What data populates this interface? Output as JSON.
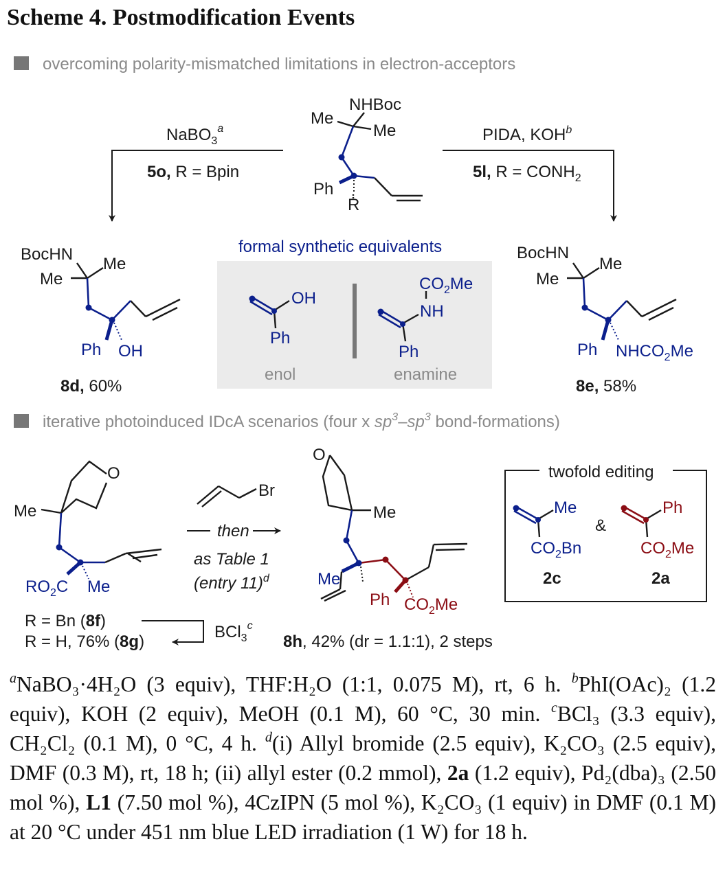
{
  "scheme_title": "Scheme 4. Postmodification Events",
  "colors": {
    "blue": "#0b1f8c",
    "red": "#8b0d14",
    "gray_box": "#ebebeb",
    "gray_square": "#777777",
    "gray_text": "#8a8a8a",
    "text": "#1a1a1a"
  },
  "section1": {
    "heading": "overcoming polarity-mismatched limitations in electron-acceptors",
    "substrate": {
      "nhboc": "NHBoc",
      "me_top": "Me",
      "me_right": "Me",
      "ph": "Ph",
      "r": "R"
    },
    "left_arrow": {
      "reagent": "NaBO",
      "sub": "3",
      "sup": "a",
      "label_bold": "5o,",
      "label_rest": " R = Bpin"
    },
    "right_arrow": {
      "reagent": "PIDA, KOH",
      "sup": "b",
      "label_bold": "5l,",
      "label_rest": " R = CONH",
      "label_sub": "2"
    },
    "product_8d": {
      "bochn": "BocHN",
      "me1": "Me",
      "me2": "Me",
      "ph": "Ph",
      "oh": "OH",
      "label_bold": "8d,",
      "label_rest": " 60%"
    },
    "product_8e": {
      "bochn": "BocHN",
      "me1": "Me",
      "me2": "Me",
      "ph": "Ph",
      "nh": "NHCO",
      "nh_sub": "2",
      "nh_end": "Me",
      "label_bold": "8e,",
      "label_rest": " 58%"
    },
    "equivalents": {
      "title": "formal synthetic equivalents",
      "enol": {
        "oh": "OH",
        "ph": "Ph",
        "caption": "enol"
      },
      "enamine": {
        "co2me": "CO",
        "co2me_sub": "2",
        "co2me_end": "Me",
        "nh": "NH",
        "ph": "Ph",
        "caption": "enamine"
      }
    }
  },
  "section2": {
    "heading_pre": "iterative photoinduced IDcA scenarios (four x ",
    "heading_sp1": "sp",
    "heading_sup1": "3",
    "heading_dash": "–",
    "heading_sp2": "sp",
    "heading_sup2": "3",
    "heading_post": " bond-formations)",
    "substrate": {
      "o": "O",
      "me": "Me",
      "ro2c": "RO",
      "ro2c_sub": "2",
      "ro2c_end": "C",
      "me2": "Me"
    },
    "r_line1": {
      "pre": "R = Bn (",
      "bold": "8f",
      "post": ")"
    },
    "r_line2": {
      "pre": "R = H, 76% (",
      "bold": "8g",
      "post": ")"
    },
    "bcl3": {
      "text": "BCl",
      "sub": "3",
      "sup": "c"
    },
    "allyl_br": "Br",
    "arrow_then": "— then —",
    "conditions1": "as Table 1",
    "conditions2": "(entry 11)",
    "conditions_sup": "d",
    "product_8h": {
      "o": "O",
      "me": "Me",
      "me2": "Me",
      "ph": "Ph",
      "co2me": "CO",
      "co2me_sub": "2",
      "co2me_end": "Me",
      "label_bold": "8h",
      "label_rest": ", 42% (dr = 1.1:1), 2 steps"
    },
    "editing_box": {
      "title": "twofold editing",
      "amp": "&",
      "cmpd_2c": {
        "me": "Me",
        "co2bn": "CO",
        "co2bn_sub": "2",
        "co2bn_end": "Bn",
        "label": "2c"
      },
      "cmpd_2a": {
        "ph": "Ph",
        "co2me": "CO",
        "co2me_sub": "2",
        "co2me_end": "Me",
        "label": "2a"
      }
    }
  },
  "footnotes": {
    "a": {
      "mark": "a",
      "text": "NaBO₃·4H₂O (3 equiv), THF:H₂O (1:1, 0.075 M), rt, 6 h."
    },
    "b": {
      "mark": "b",
      "text": "PhI(OAc)₂ (1.2 equiv), KOH (2 equiv), MeOH (0.1 M), 60 °C, 30 min."
    },
    "c": {
      "mark": "c",
      "text": "BCl₃ (3.3 equiv), CH₂Cl₂ (0.1 M), 0 °C, 4 h."
    },
    "d_pre": {
      "mark": "d",
      "text": "(i) Allyl bromide (2.5 equiv), K₂CO₃ (2.5 equiv), DMF (0.3 M), rt, 18 h; (ii) allyl ester (0.2 mmol), "
    },
    "d_2a": "2a",
    "d_mid": " (1.2 equiv), Pd₂(dba)₃ (2.50 mol %), ",
    "d_l1": "L1",
    "d_post": " (7.50 mol %), 4CzIPN (5 mol %), K₂CO₃ (1 equiv) in DMF (0.1 M) at 20 °C under 451 nm blue LED irradiation (1 W) for 18 h."
  }
}
